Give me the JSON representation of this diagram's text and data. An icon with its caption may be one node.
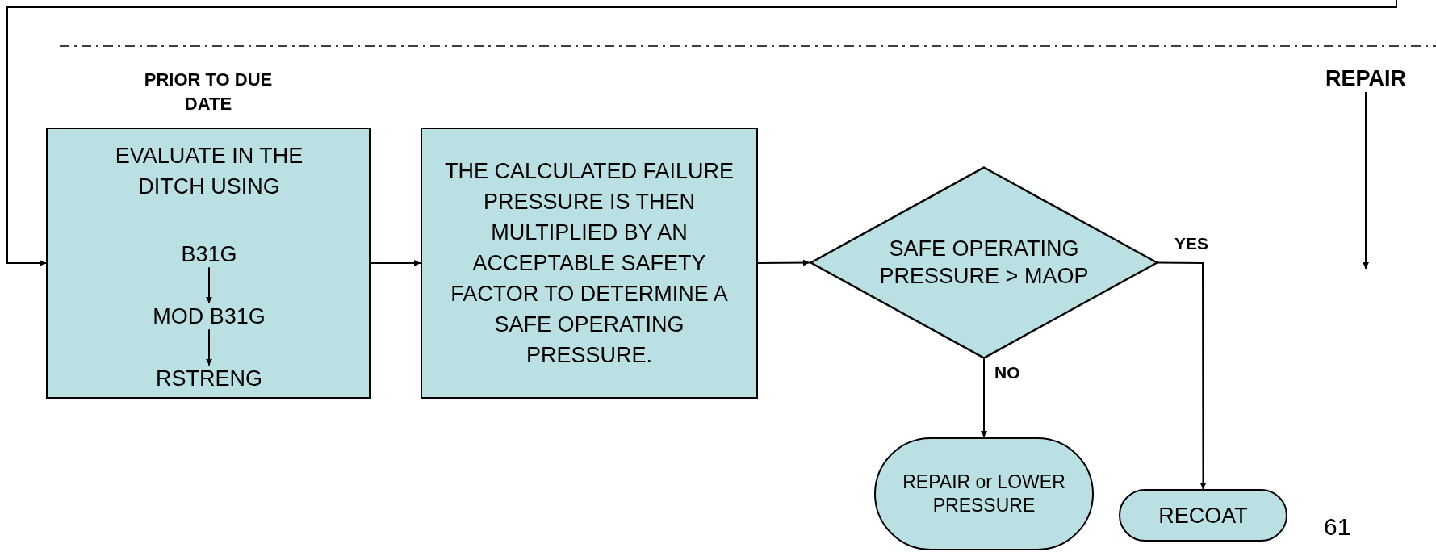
{
  "diagram": {
    "nodes": [
      {
        "text": [
          "EVALUATE IN THE DITCH USING"
        ],
        "beside": [
          "PRIOR TO DUE DATE"
        ]
      },
      {
        "text": [
          "B31G"
        ],
        "in": 0
      },
      {
        "text": [
          "MOD B31G"
        ],
        "in": 0
      },
      {
        "text": [
          "RSTRENG"
        ],
        "in": 0
      },
      {
        "text": [
          "THE CALCULATED FAILURE PRESSURE IS THEN MULTIPLIED BY AN ACCEPTABLE SAFETY FACTOR TO DETERMINE A SAFE OPERATING PRESSURE."
        ]
      },
      {
        "text": [
          "SAFE OPERATING PRESSURE > MAOP"
        ]
      },
      {
        "text": [
          "REPAIR or LOWER PRESSURE"
        ]
      },
      {
        "text": [
          "RECOAT"
        ]
      },
      {
        "text": [
          "REPAIR"
        ]
      }
    ],
    "edges": [
      {
        "from": null,
        "to": 0,
        "arrow": "to"
      },
      {
        "from": 1,
        "to": 2,
        "arrow": "to"
      },
      {
        "from": 2,
        "to": 3,
        "arrow": "to"
      },
      {
        "from": 0,
        "to": 4,
        "arrow": "to"
      },
      {
        "from": 4,
        "to": 5,
        "arrow": "to"
      },
      {
        "from": 5,
        "to": 7,
        "arrow": "to",
        "label": "YES"
      },
      {
        "from": 5,
        "to": 6,
        "arrow": "to",
        "label": "NO"
      },
      {
        "from": 8,
        "to": null,
        "arrow": "to"
      }
    ],
    "labels": [
      "61"
    ]
  }
}
